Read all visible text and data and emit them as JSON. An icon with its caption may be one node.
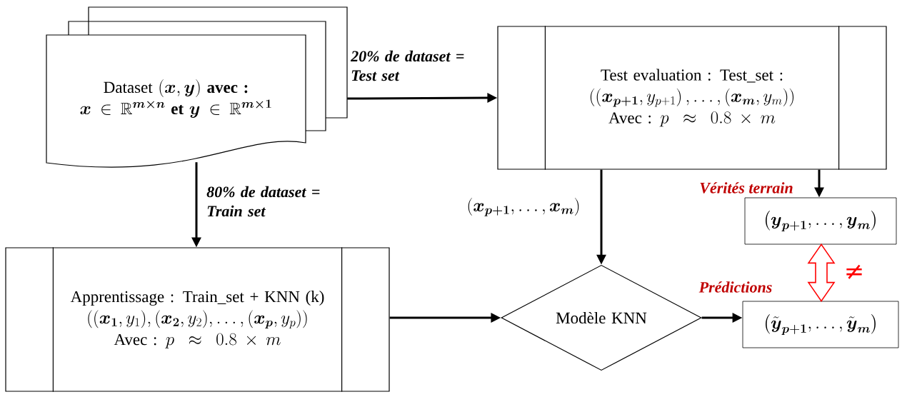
{
  "diagram": {
    "nodes": [
      {
        "text": [
          "\\text{Dataset }(\\boldsymbol{x},\\boldsymbol{y})\\textbf{ avec :}",
          "\\boldsymbol{x}\\in\\mathbb{R}^{\\boldsymbol{m\\times n}}\\textbf{ et }\\boldsymbol{y}\\in\\mathbb{R}^{\\boldsymbol{m\\times 1}}"
        ]
      },
      {
        "text": [
          "Test evaluation : Test_set :",
          "\\left(\\left(\\boldsymbol{x}_{\\boldsymbol{p+1}},y_{p+1}\\right),\\dots,\\left(\\boldsymbol{x}_{\\boldsymbol{m}},y_{m}\\right)\\right)",
          "\\text{Avec : }p\\approx 0.8\\times m"
        ]
      },
      {
        "text": [
          "Apprentissage : Train_set + KNN (k)",
          "\\left((\\boldsymbol{x}_{\\boldsymbol{1}},y_{1}),(\\boldsymbol{x}_{\\boldsymbol{2}},y_{2}),\\dots,(\\boldsymbol{x}_{\\boldsymbol{p}},y_{p})\\right)",
          "\\text{Avec : }p\\approx 0.8\\times m"
        ]
      },
      {
        "text": [
          "Modèle KNN"
        ]
      },
      {
        "text": [
          "\\left(\\boldsymbol{y}_{\\boldsymbol{p+1}},\\dots,\\boldsymbol{y}_{\\boldsymbol{m}}\\right)"
        ]
      },
      {
        "text": [
          "\\left(\\tilde{\\boldsymbol{y}}_{\\boldsymbol{p+1}},\\dots,\\tilde{\\boldsymbol{y}}_{\\boldsymbol{m}}\\right)"
        ]
      }
    ],
    "edges": [
      {
        "from": 0,
        "to": 1,
        "arrow": "to",
        "label": "20% de dataset = Test set"
      },
      {
        "from": 0,
        "to": 2,
        "arrow": "to",
        "label": "80% de dataset = Train set"
      },
      {
        "from": 1,
        "to": 3,
        "arrow": "to",
        "label": "\\left(\\boldsymbol{x}_{\\boldsymbol{p+1}},\\dots,\\boldsymbol{x}_{\\boldsymbol{m}}\\right)"
      },
      {
        "from": 1,
        "to": 4,
        "arrow": "to",
        "label": "Vérités terrain"
      },
      {
        "from": 2,
        "to": 3,
        "arrow": "to"
      },
      {
        "from": 3,
        "to": 5,
        "arrow": "to",
        "label": "Prédictions"
      },
      {
        "from": 4,
        "to": 5,
        "arrow": "both",
        "color": "#ff0000",
        "label": "≠"
      }
    ]
  }
}
